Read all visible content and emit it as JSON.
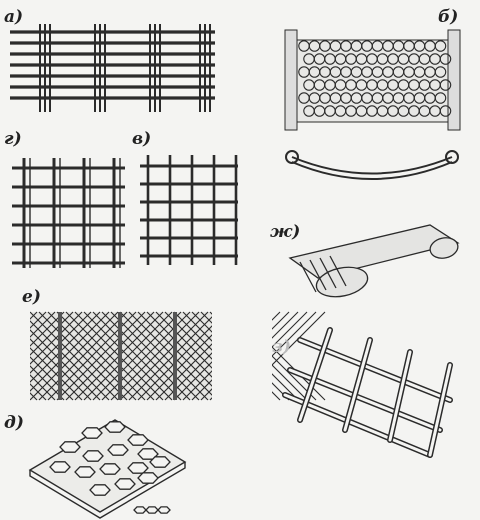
{
  "labels": {
    "a": "а)",
    "b": "б)",
    "v": "в)",
    "g": "г)",
    "d": "д)",
    "e": "е)",
    "zh": "ж)",
    "z": "з)"
  },
  "colors": {
    "ink": "#2b2b2b",
    "paper": "#f4f4f2",
    "shade": "#8a8a8a"
  }
}
